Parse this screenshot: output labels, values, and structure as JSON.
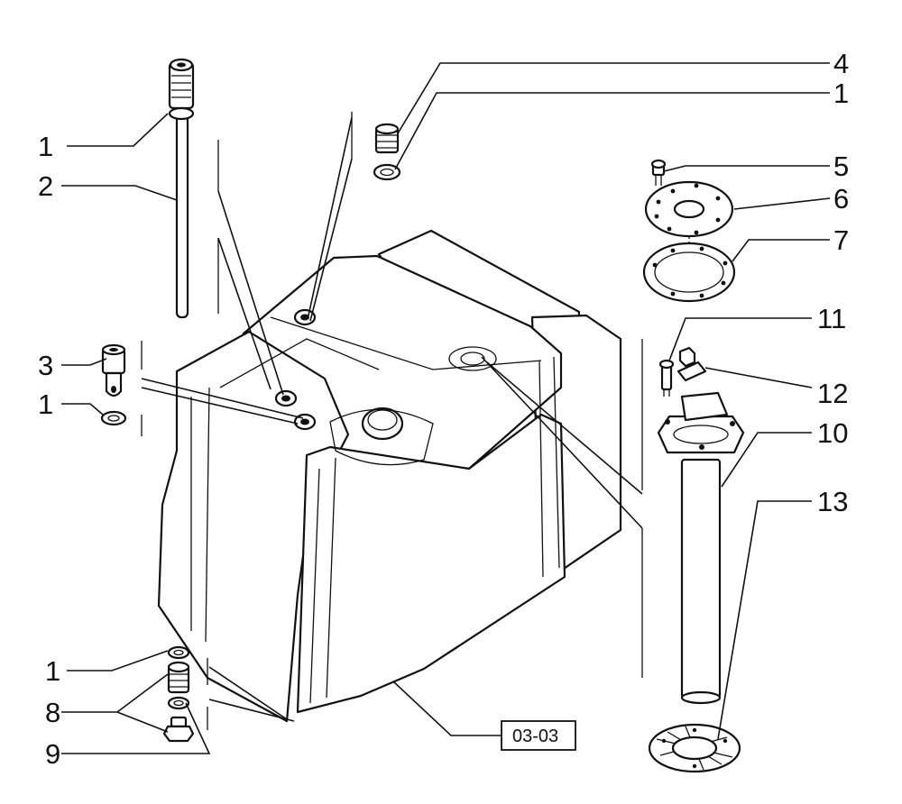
{
  "diagram": {
    "callouts": [
      {
        "id": "c4",
        "label": "4"
      },
      {
        "id": "c1a",
        "label": "1"
      },
      {
        "id": "c5",
        "label": "5"
      },
      {
        "id": "c6",
        "label": "6"
      },
      {
        "id": "c7",
        "label": "7"
      },
      {
        "id": "c11",
        "label": "11"
      },
      {
        "id": "c12",
        "label": "12"
      },
      {
        "id": "c10",
        "label": "10"
      },
      {
        "id": "c13",
        "label": "13"
      },
      {
        "id": "c1b",
        "label": "1"
      },
      {
        "id": "c2",
        "label": "2"
      },
      {
        "id": "c3",
        "label": "3"
      },
      {
        "id": "c1c",
        "label": "1"
      },
      {
        "id": "c1d",
        "label": "1"
      },
      {
        "id": "c8",
        "label": "8"
      },
      {
        "id": "c9",
        "label": "9"
      }
    ],
    "reference_box": "03-03"
  },
  "colors": {
    "ink": "#111111",
    "paper": "#ffffff"
  }
}
